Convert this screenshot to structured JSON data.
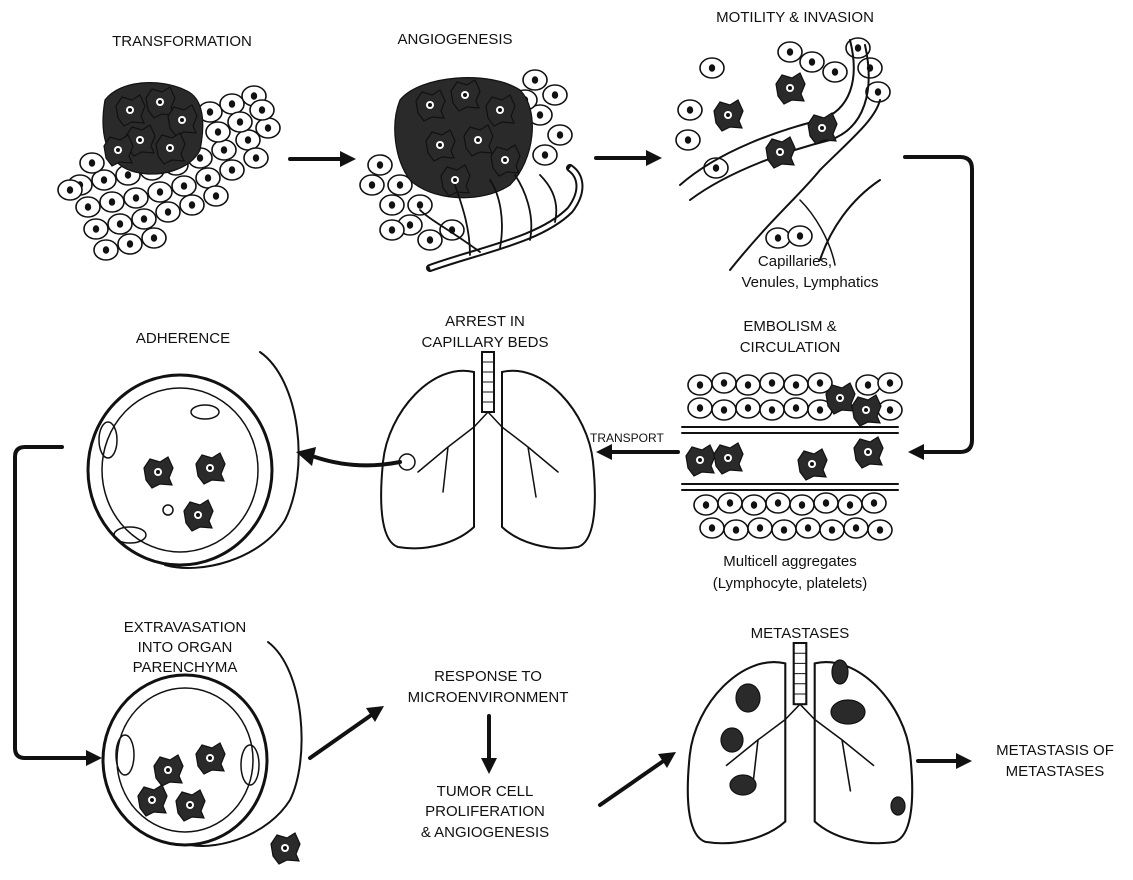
{
  "stages": {
    "transformation": "TRANSFORMATION",
    "angiogenesis": "ANGIOGENESIS",
    "motility": "MOTILITY & INVASION",
    "capillaries": [
      "Capillaries,",
      "Venules, Lymphatics"
    ],
    "embolism": [
      "EMBOLISM &",
      "CIRCULATION"
    ],
    "arrest": [
      "ARREST IN",
      "CAPILLARY BEDS"
    ],
    "adherence": "ADHERENCE",
    "transport": "TRANSPORT",
    "aggregates": [
      "Multicell aggregates",
      "(Lymphocyte, platelets)"
    ],
    "extravasation": [
      "EXTRAVASATION",
      "INTO ORGAN",
      "PARENCHYMA"
    ],
    "response": [
      "RESPONSE TO",
      "MICROENVIRONMENT"
    ],
    "proliferation": [
      "TUMOR CELL",
      "PROLIFERATION",
      "& ANGIOGENESIS"
    ],
    "metastases": "METASTASES",
    "metastasis_of": [
      "METASTASIS OF",
      "METASTASES"
    ]
  }
}
